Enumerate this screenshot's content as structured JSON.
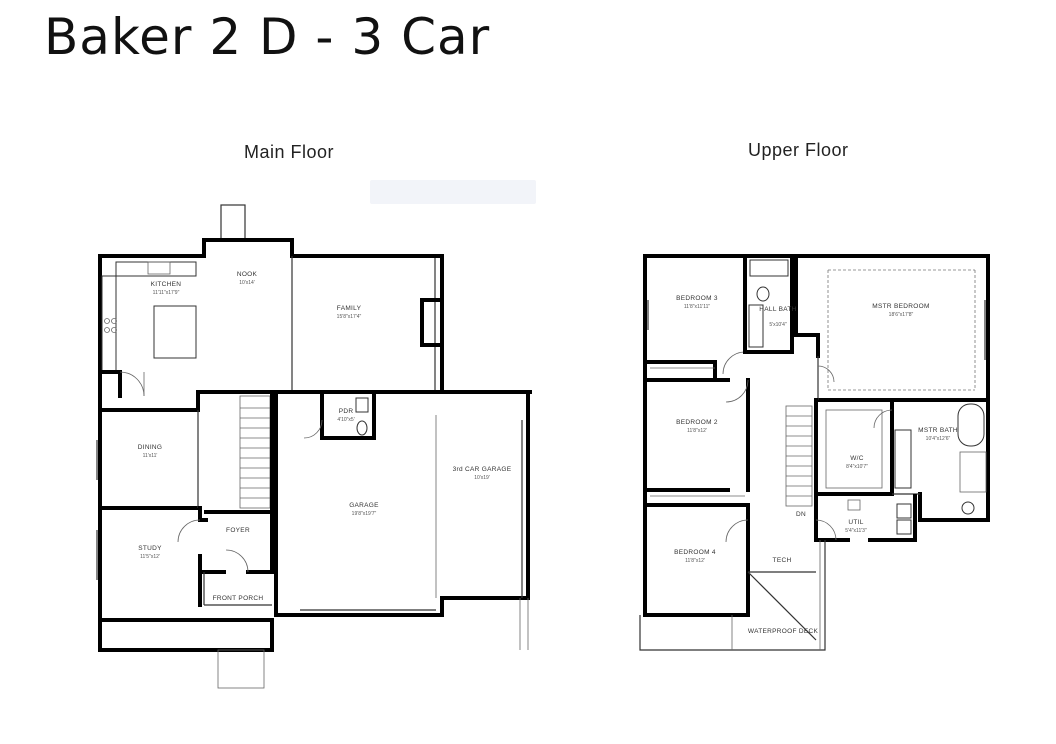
{
  "title": "Baker 2 D - 3 Car",
  "main_floor": {
    "title": "Main Floor",
    "rooms": {
      "nook": {
        "name": "NOOK",
        "dim": "10'x14'"
      },
      "kitchen": {
        "name": "KITCHEN",
        "dim": "11'11\"x17'9\""
      },
      "family": {
        "name": "FAMILY",
        "dim": "15'8\"x17'4\""
      },
      "dining": {
        "name": "DINING",
        "dim": "11'x11'"
      },
      "pdr": {
        "name": "PDR",
        "dim": "4'10\"x5'"
      },
      "garage": {
        "name": "GARAGE",
        "dim": "19'8\"x19'7\""
      },
      "third_garage": {
        "name": "3rd CAR GARAGE",
        "dim": "10'x19'"
      },
      "study": {
        "name": "STUDY",
        "dim": "11'5\"x12'"
      },
      "foyer": {
        "name": "FOYER"
      },
      "front_porch": {
        "name": "FRONT PORCH"
      }
    }
  },
  "upper_floor": {
    "title": "Upper Floor",
    "rooms": {
      "bedroom3": {
        "name": "BEDROOM 3",
        "dim": "11'8\"x11'11\""
      },
      "hall_bath": {
        "name": "HALL BATH",
        "dim": "5'x10'4\""
      },
      "mstr_bedroom": {
        "name": "MSTR BEDROOM",
        "dim": "18'6\"x17'8\""
      },
      "bedroom2": {
        "name": "BEDROOM 2",
        "dim": "11'8\"x12'"
      },
      "wic": {
        "name": "W/C",
        "dim": "8'4\"x10'7\""
      },
      "mstr_bath": {
        "name": "MSTR BATH",
        "dim": "10'4\"x12'6\""
      },
      "bedroom4": {
        "name": "BEDROOM 4",
        "dim": "11'8\"x12'"
      },
      "util": {
        "name": "UTIL",
        "dim": "5'4\"x11'3\""
      },
      "tech": {
        "name": "TECH"
      },
      "dn": {
        "name": "DN"
      },
      "deck": {
        "name": "WATERPROOF DECK"
      }
    }
  }
}
